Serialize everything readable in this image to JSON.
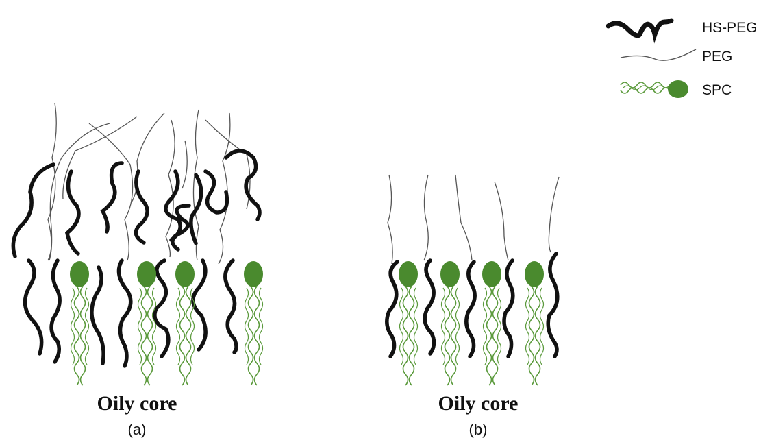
{
  "legend": {
    "items": [
      {
        "key": "hs_peg",
        "label": "HS-PEG",
        "icon": "hs-peg-chain-icon"
      },
      {
        "key": "peg",
        "label": "PEG",
        "icon": "peg-chain-icon"
      },
      {
        "key": "spc",
        "label": "SPC",
        "icon": "spc-lipid-icon"
      }
    ]
  },
  "panels": [
    {
      "id": "a",
      "core_label": "Oily core",
      "panel_label": "(a)"
    },
    {
      "id": "b",
      "core_label": "Oily core",
      "panel_label": "(b)"
    }
  ],
  "colors": {
    "hs_peg": "#111111",
    "peg": "#555555",
    "spc_head": "#4a8a2e",
    "spc_tail": "#5b9a3c"
  }
}
